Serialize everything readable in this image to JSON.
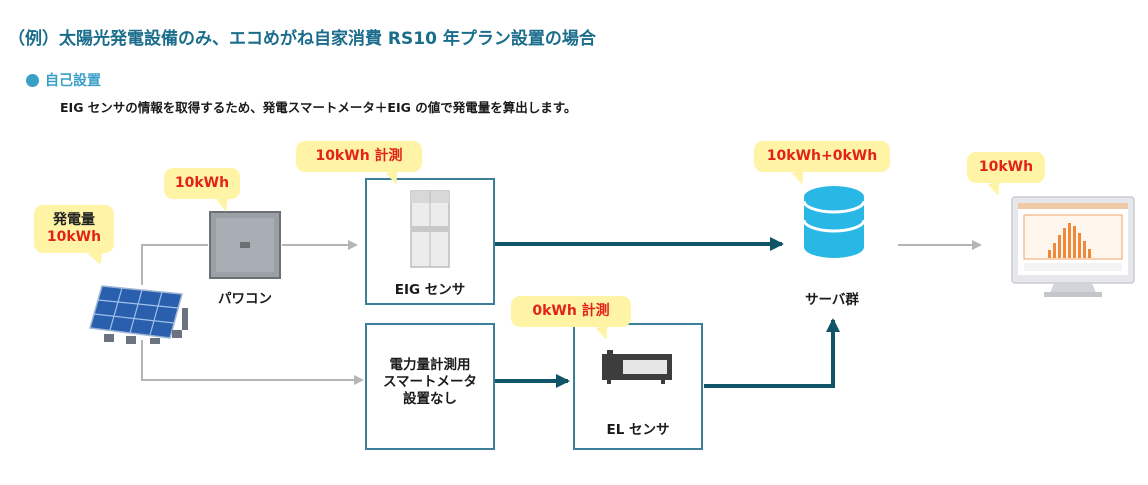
{
  "header": {
    "title": "（例）太陽光発電設備のみ、エコめがね自家消費 RS10 年プラン設置の場合",
    "section": "自己設置",
    "description": "EIG センサの情報を取得するため、発電スマートメータ＋EIG の値で発電量を算出します。"
  },
  "nodes": {
    "solar_bubble_line1": "発電量",
    "solar_bubble_line2": "10kWh",
    "pcs_bubble": "10kWh",
    "pcs_label": "パワコン",
    "eig_bubble": "10kWh 計測",
    "eig_label": "EIG センサ",
    "meter_line1": "電力量計測用",
    "meter_line2": "スマートメータ",
    "meter_line3": "設置なし",
    "el_bubble": "0kWh 計測",
    "el_label": "EL センサ",
    "server_bubble": "10kWh+0kWh",
    "server_label": "サーバ群",
    "monitor_bubble": "10kWh"
  },
  "colors": {
    "title": "#1b6d8c",
    "accent": "#3aa0c8",
    "bubble": "#fff3a6",
    "highlight_text": "#e2231a",
    "box_border": "#3d7f99",
    "flow_arrow": "#0f5468",
    "gray_arrow": "#b5b5b5"
  }
}
